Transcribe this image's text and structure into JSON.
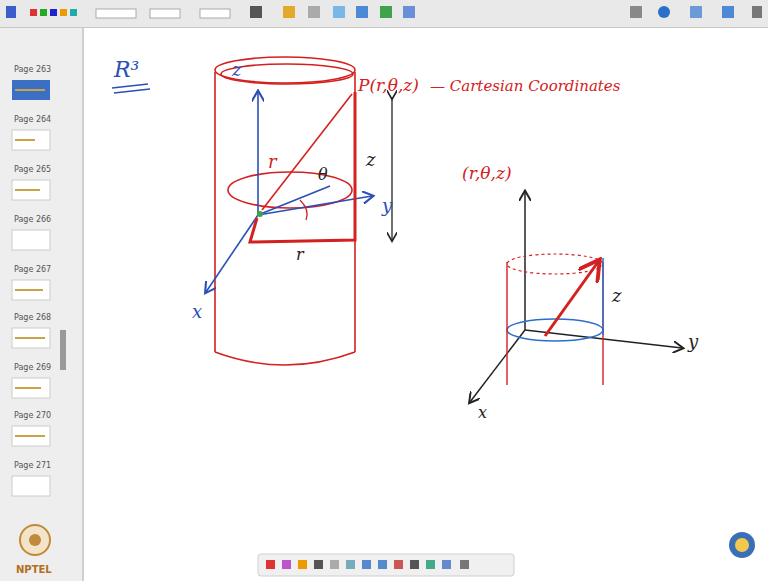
{
  "diagram": {
    "labels": [
      "R³",
      "P(r,θ,z)",
      "— Cartesian Coordinates",
      "(r,θ,z)",
      "z",
      "x",
      "y",
      "r",
      "θ",
      "z",
      "r",
      "x",
      "y",
      "z",
      "Page 263",
      "Page 264",
      "Page 265",
      "Page 266",
      "Page 267",
      "Page 268",
      "Page 269",
      "Page 270",
      "Page 271",
      "NPTEL"
    ]
  }
}
